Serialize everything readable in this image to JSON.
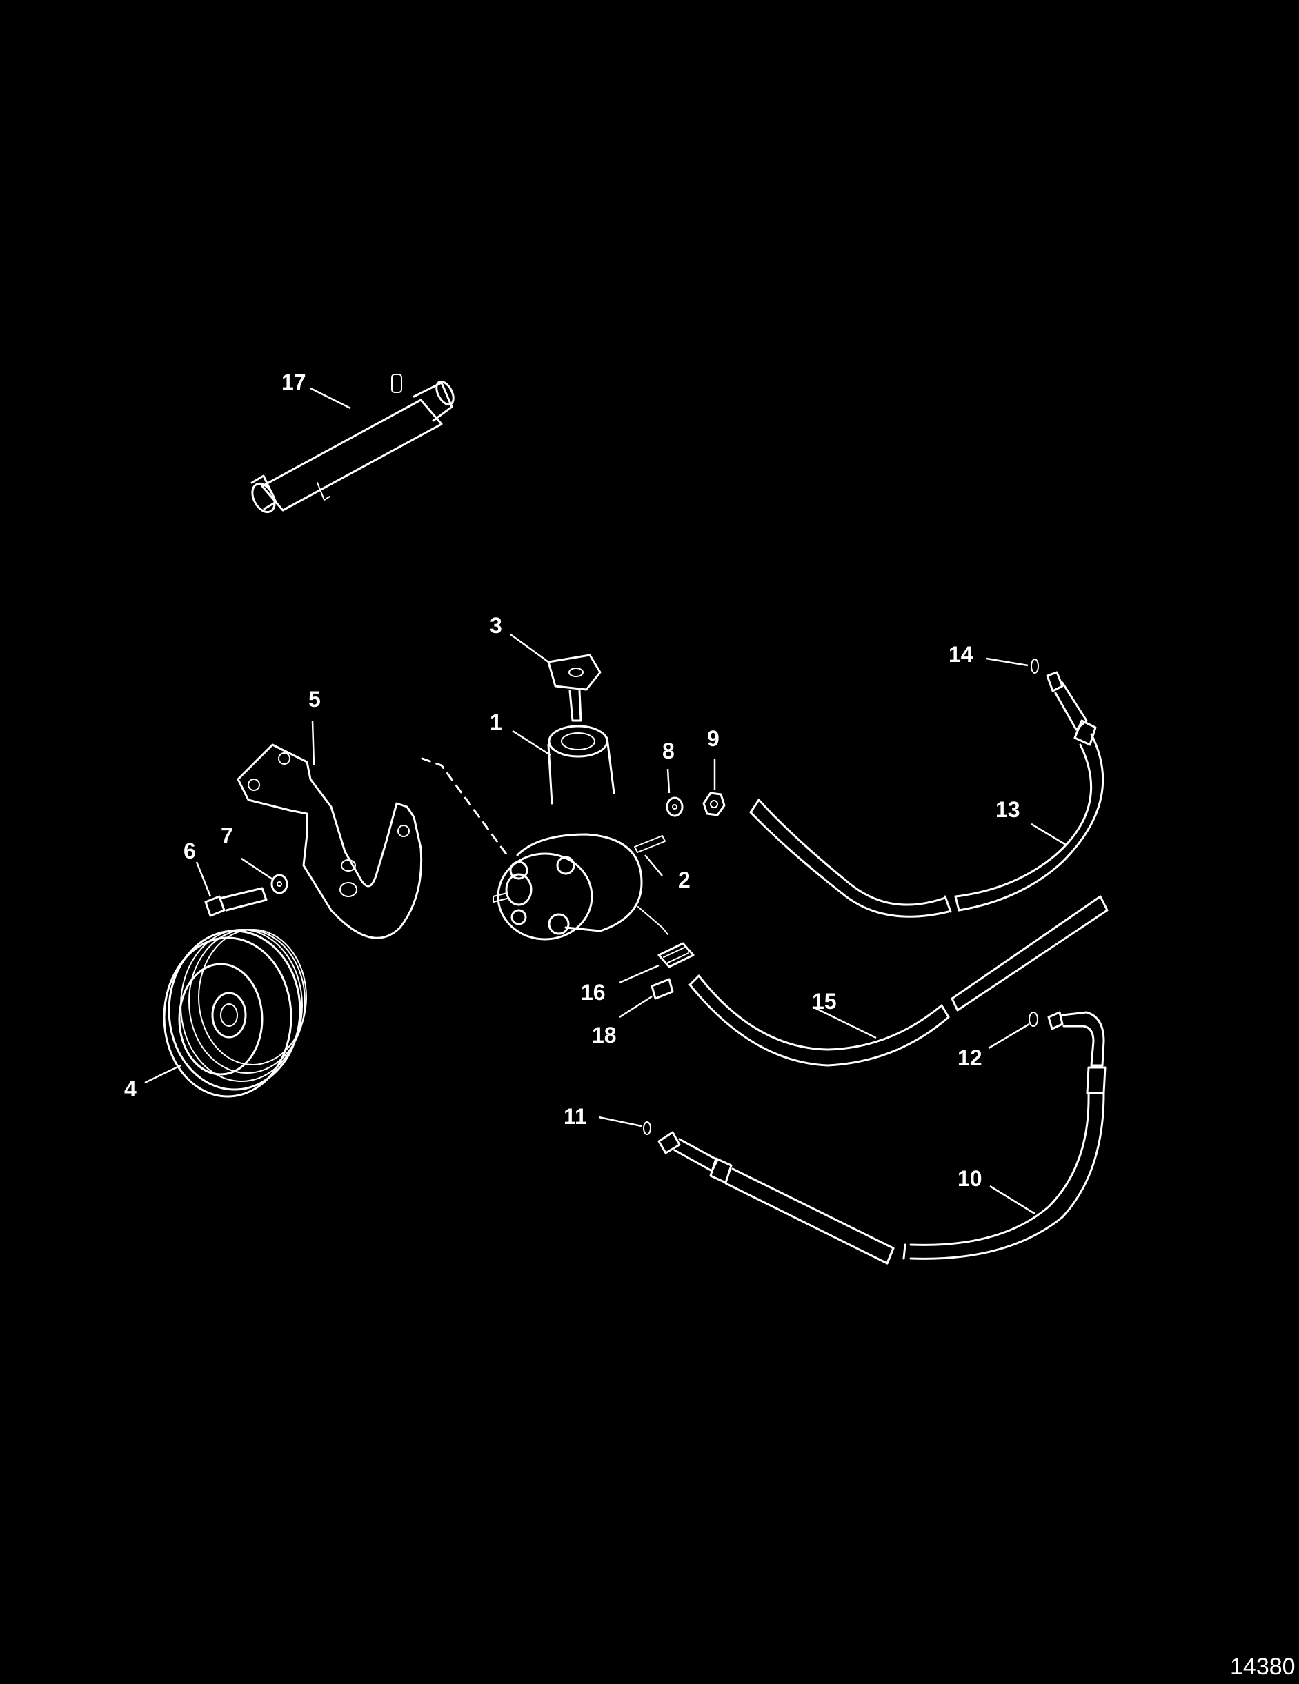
{
  "callouts": {
    "c1": "1",
    "c2": "2",
    "c3": "3",
    "c4": "4",
    "c5": "5",
    "c6": "6",
    "c7": "7",
    "c8": "8",
    "c9": "9",
    "c10": "10",
    "c11": "11",
    "c12": "12",
    "c13": "13",
    "c14": "14",
    "c15": "15",
    "c16": "16",
    "c17": "17",
    "c18": "18"
  },
  "figure_number": "14380",
  "colors": {
    "background": "#000000",
    "line": "#ffffff"
  }
}
